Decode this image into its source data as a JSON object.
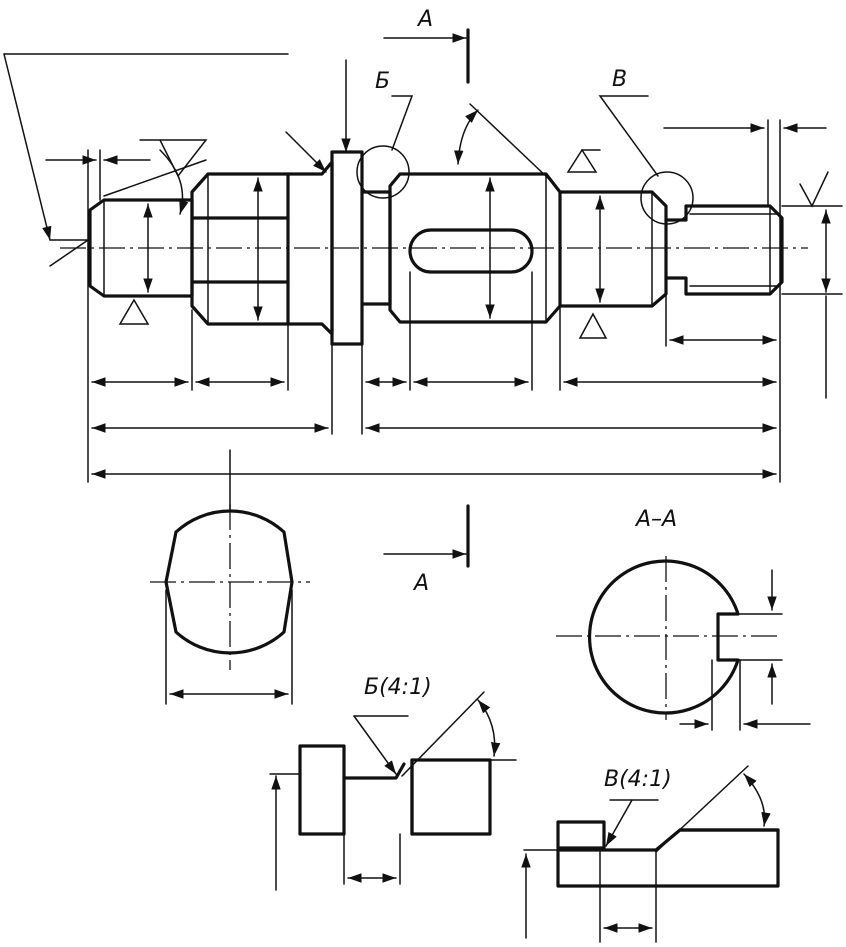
{
  "labels": {
    "section_mark_top": "А",
    "section_mark_bottom": "А",
    "detail_b_mark": "Б",
    "detail_v_mark": "В",
    "section_title": "А–А",
    "detail_b_title": "Б(4:1)",
    "detail_v_title": "В(4:1)"
  },
  "colors": {
    "line": "#111111",
    "paper": "#ffffff"
  }
}
